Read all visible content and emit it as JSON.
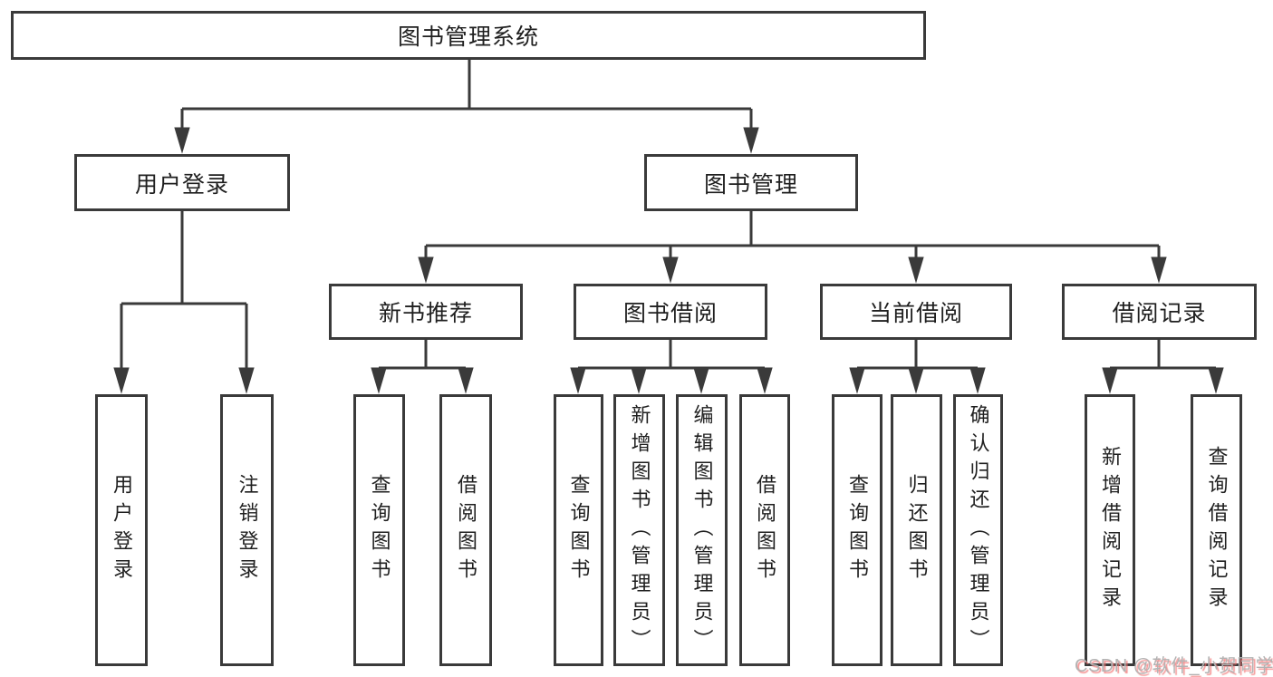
{
  "diagram_title": "图书管理系统",
  "nodes": {
    "root": "图书管理系统",
    "user_login": "用户登录",
    "book_mgmt": "图书管理",
    "new_book_rec": "新书推荐",
    "book_borrow": "图书借阅",
    "current_borrow": "当前借阅",
    "borrow_record": "借阅记录",
    "leaf_user_login": "用户登录",
    "leaf_logout": "注销登录",
    "leaf_query_book_rec": "查询图书",
    "leaf_borrow_book_rec": "借阅图书",
    "leaf_query_book_borrow": "查询图书",
    "leaf_add_book": "新增图书（管理员）",
    "leaf_edit_book": "编辑图书（管理员）",
    "leaf_borrow_book_borrow": "借阅图书",
    "leaf_query_book_current": "查询图书",
    "leaf_return_book": "归还图书",
    "leaf_confirm_return": "确认归还（管理员）",
    "leaf_add_borrow_record": "新增借阅记录",
    "leaf_query_borrow_record": "查询借阅记录"
  },
  "hierarchy": {
    "图书管理系统": {
      "用户登录": [
        "用户登录",
        "注销登录"
      ],
      "图书管理": {
        "新书推荐": [
          "查询图书",
          "借阅图书"
        ],
        "图书借阅": [
          "查询图书",
          "新增图书（管理员）",
          "编辑图书（管理员）",
          "借阅图书"
        ],
        "当前借阅": [
          "查询图书",
          "归还图书",
          "确认归还（管理员）"
        ],
        "借阅记录": [
          "新增借阅记录",
          "查询借阅记录"
        ]
      }
    }
  },
  "watermark": "CSDN @软件_小贺同学",
  "colors": {
    "line": "#3a3a3a",
    "text": "#1f1f1f",
    "background": "#ffffff",
    "watermark": "#b3b3b3"
  }
}
